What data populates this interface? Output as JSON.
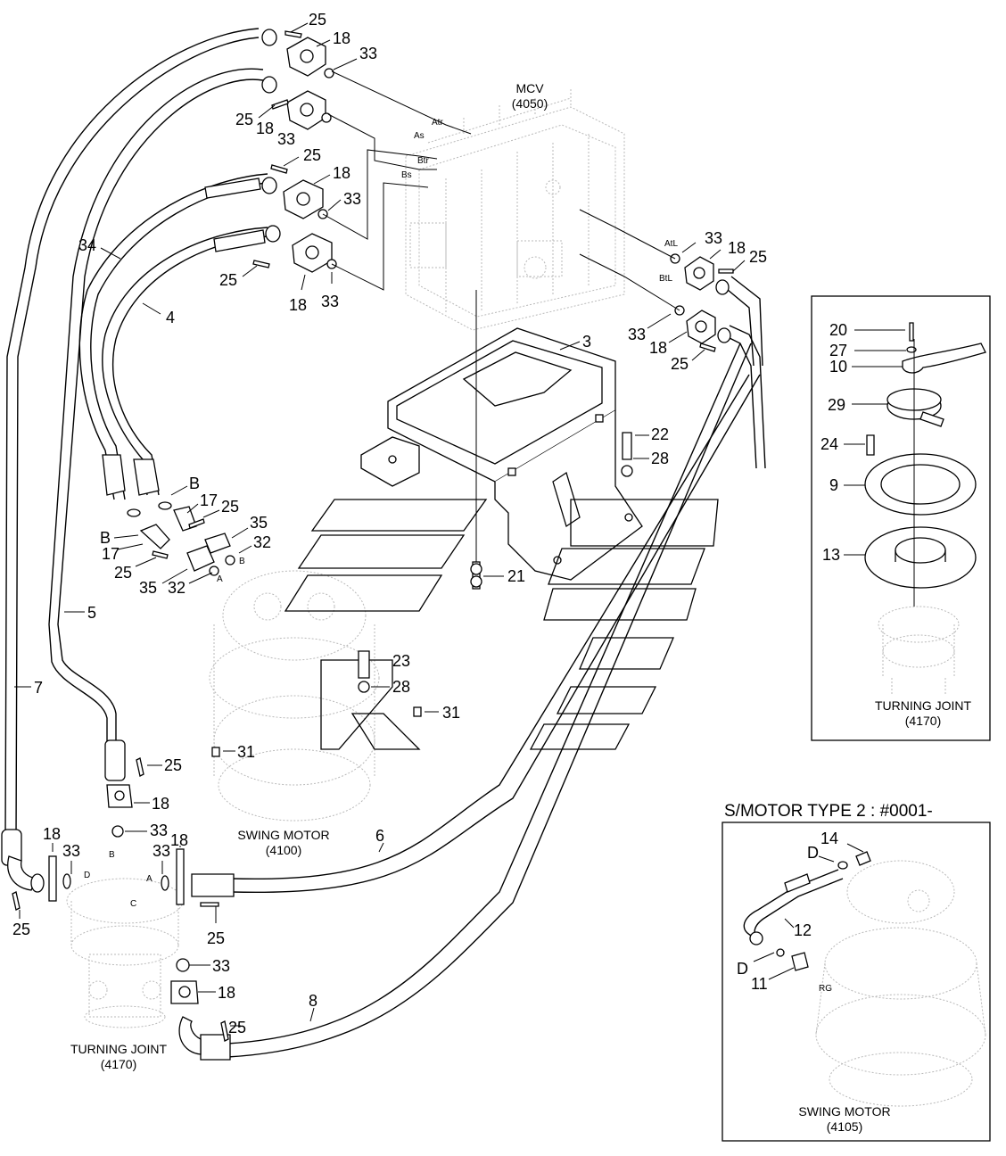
{
  "labels": {
    "mcv_name": "MCV",
    "mcv_code": "(4050)",
    "swing_motor_name": "SWING MOTOR",
    "swing_motor_code": "(4100)",
    "turning_joint_main_name": "TURNING JOINT",
    "turning_joint_main_code": "(4170)",
    "inset_tj_name": "TURNING JOINT",
    "inset_tj_code": "(4170)",
    "inset_sm_title": "S/MOTOR TYPE 2 : #0001-",
    "inset_sm_name": "SWING MOTOR",
    "inset_sm_code": "(4105)"
  },
  "ports": {
    "atr": "Atr",
    "as": "As",
    "btr": "Btr",
    "bs": "Bs",
    "atl": "AtL",
    "btl": "BtL",
    "b_motor": "B",
    "a_motor": "A",
    "b_tj": "B",
    "c_tj": "C",
    "d_tj": "D",
    "a_tj": "A",
    "rg": "RG"
  },
  "callouts": {
    "c25a": "25",
    "c18a": "18",
    "c33a": "33",
    "c25b": "25",
    "c18b": "18",
    "c33b": "33",
    "c25c": "25",
    "c18c": "18",
    "c33c": "33",
    "c25d": "25",
    "c18d": "18",
    "c33d": "33",
    "c34": "34",
    "c4": "4",
    "c33e": "33",
    "c18e": "18",
    "c25e": "25",
    "c33f": "33",
    "c18f": "18",
    "c25f": "25",
    "c3": "3",
    "c22": "22",
    "c28a": "28",
    "c21": "21",
    "cB1": "B",
    "c17a": "17",
    "c25g": "25",
    "c35a": "35",
    "c32a": "32",
    "cB2": "B",
    "c17b": "17",
    "c25h": "25",
    "c35b": "35",
    "c32b": "32",
    "c5": "5",
    "c7": "7",
    "c23": "23",
    "c28b": "28",
    "c31a": "31",
    "c31b": "31",
    "c25i": "25",
    "c18g": "18",
    "c33g": "33",
    "c18h": "18",
    "c33h": "33",
    "c33i": "33",
    "c18i": "18",
    "c25j": "25",
    "c25k": "25",
    "c6": "6",
    "c33j": "33",
    "c18j": "18",
    "c25l": "25",
    "c8": "8",
    "c20": "20",
    "c27": "27",
    "c10": "10",
    "c29": "29",
    "c24": "24",
    "c9": "9",
    "c13": "13",
    "c14": "14",
    "cD1": "D",
    "c12": "12",
    "cD2": "D",
    "c11": "11"
  }
}
